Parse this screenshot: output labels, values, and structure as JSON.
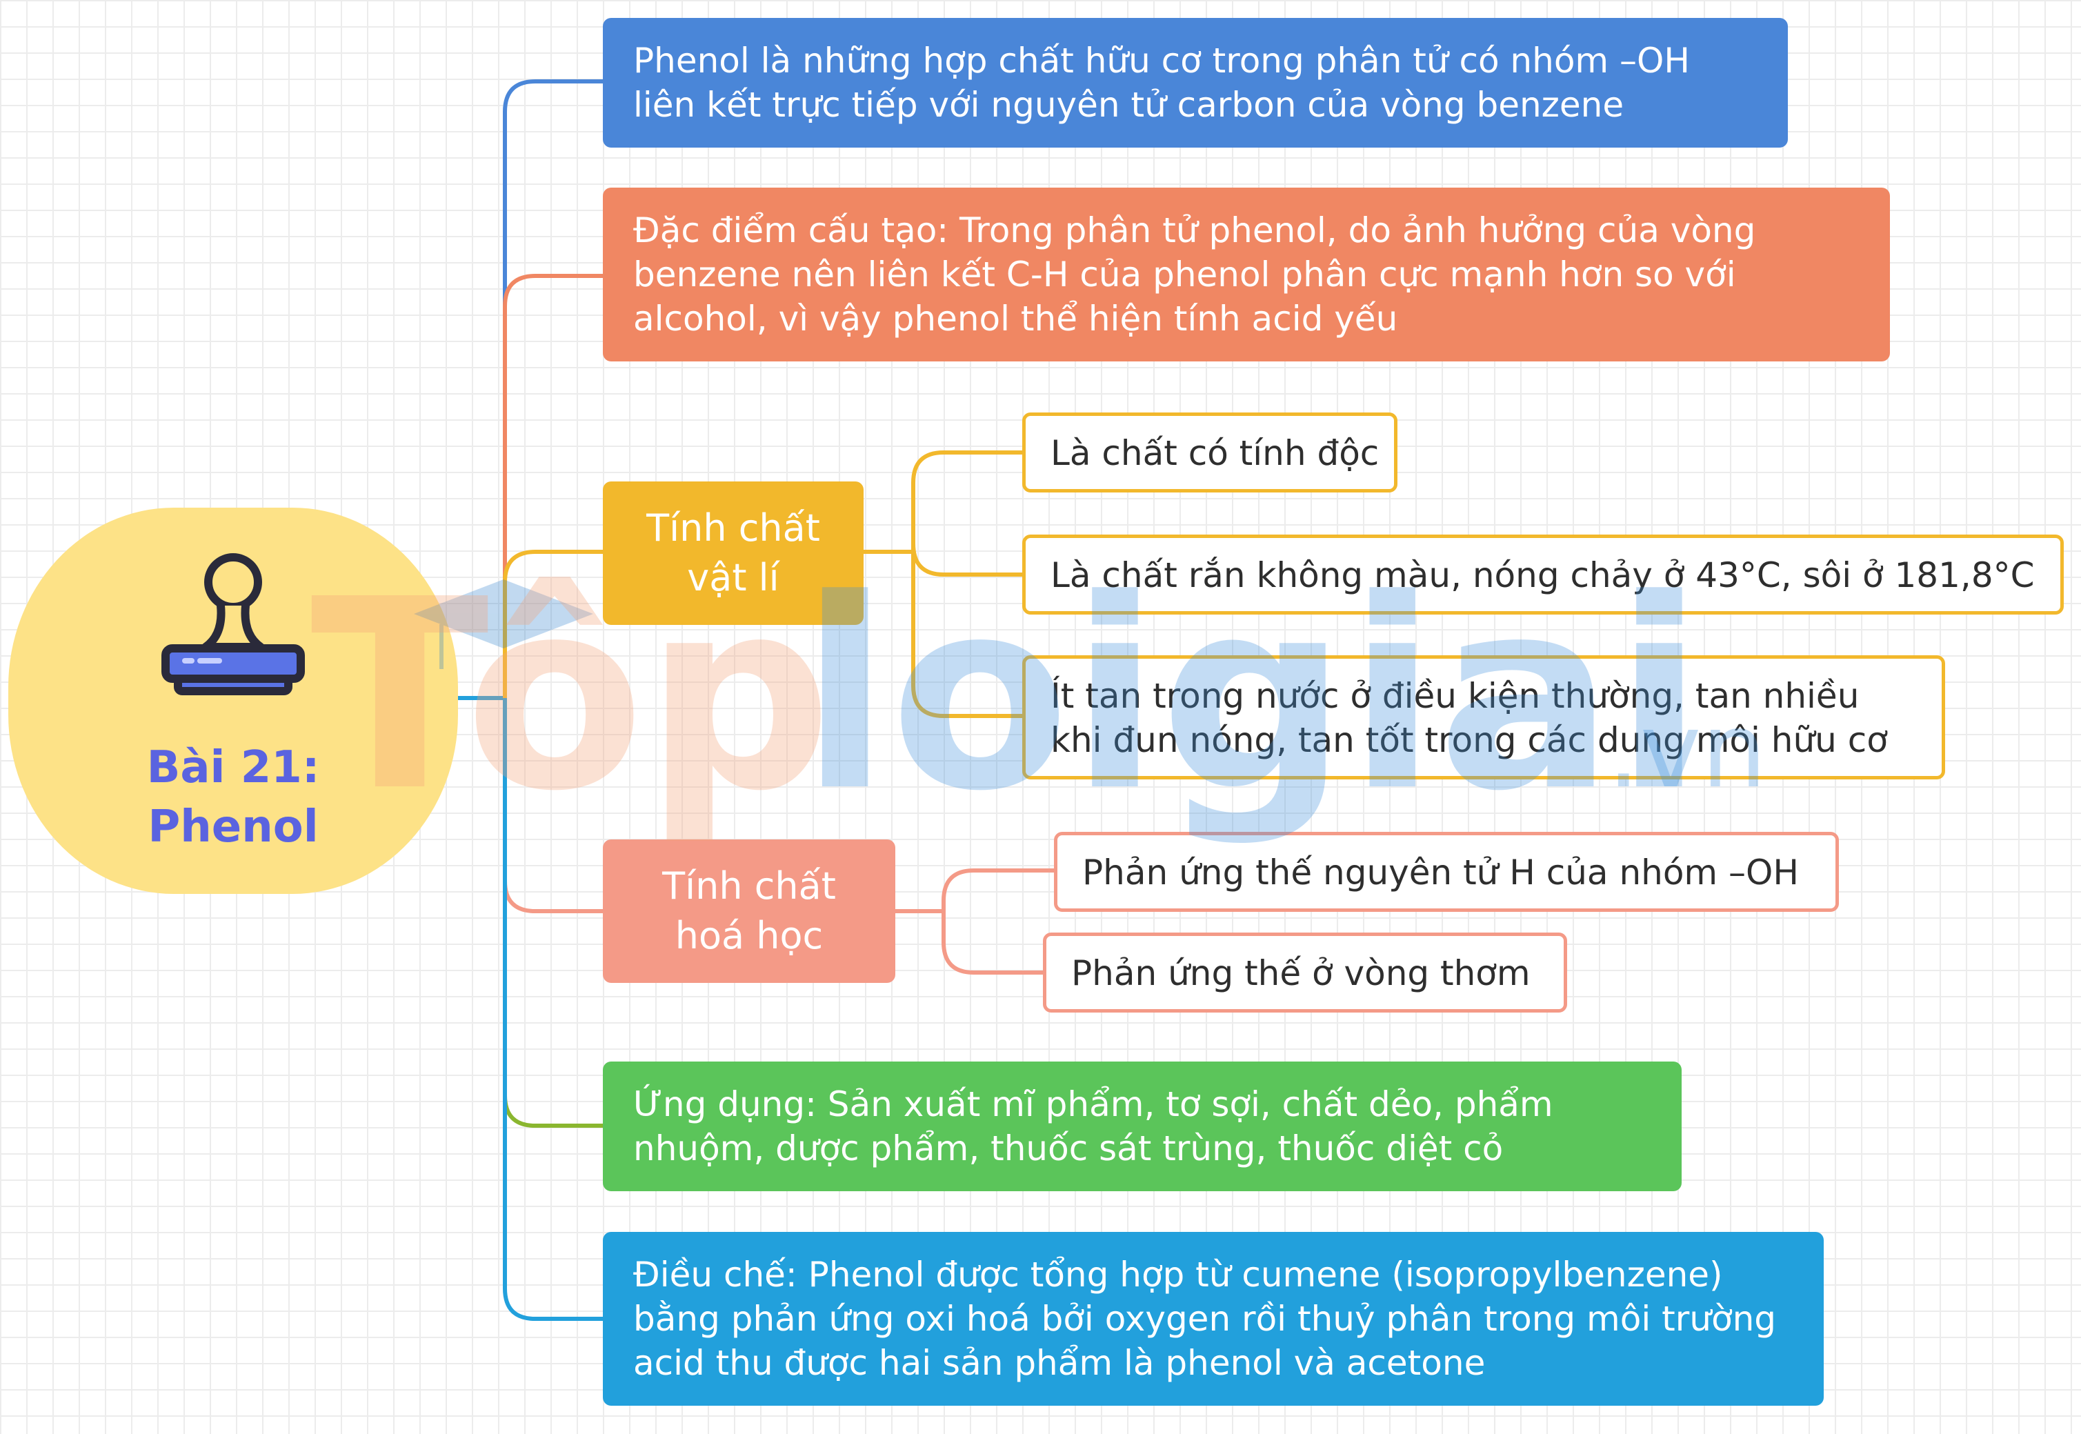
{
  "root": {
    "title": "Bài 21:\nPhenol",
    "icon": "stamp-icon",
    "fill_color": "#fde287",
    "text_color": "#5a63e0"
  },
  "branches": {
    "definition": {
      "text": "Phenol là những hợp chất hữu cơ trong phân tử có nhóm –OH\nliên kết trực tiếp với nguyên tử carbon của vòng benzene",
      "color": "#4a86d8"
    },
    "structure": {
      "text": "Đặc điểm cấu tạo: Trong phân tử phenol, do ảnh hưởng của vòng\nbenzene nên liên kết C-H của phenol phân cực mạnh hơn so với\nalcohol, vì vậy phenol thể hiện tính acid yếu",
      "color": "#f08763"
    },
    "physical": {
      "label": "Tính chất\nvật lí",
      "color": "#f2b82c",
      "items": [
        "Là chất có tính độc",
        "Là chất rắn không màu, nóng chảy ở 43°C, sôi ở 181,8°C",
        "Ít tan trong nước ở điều kiện thường, tan nhiều\nkhi đun nóng, tan tốt trong các dung môi hữu cơ"
      ]
    },
    "chemical": {
      "label": "Tính chất\nhoá học",
      "color": "#f49a87",
      "items": [
        "Phản ứng thế nguyên tử H của nhóm –OH",
        "Phản ứng thế ở vòng thơm"
      ]
    },
    "applications": {
      "text": "Ứng dụng: Sản xuất mĩ phẩm, tơ sợi, chất dẻo, phẩm\nnhuộm, dược phẩm, thuốc sát trùng, thuốc diệt cỏ",
      "color": "#5bc55a"
    },
    "preparation": {
      "text": "Điều chế: Phenol được tổng hợp từ cumene (isopropylbenzene)\nbằng phản ứng oxi hoá bởi oxygen rồi thuỷ phân trong môi trường\nacid thu được hai sản phẩm là phenol và acetone",
      "color": "#22a0dc"
    }
  },
  "watermark": {
    "text_part1": "Tôp",
    "text_part2": "loigiai",
    "suffix": ".vn"
  }
}
